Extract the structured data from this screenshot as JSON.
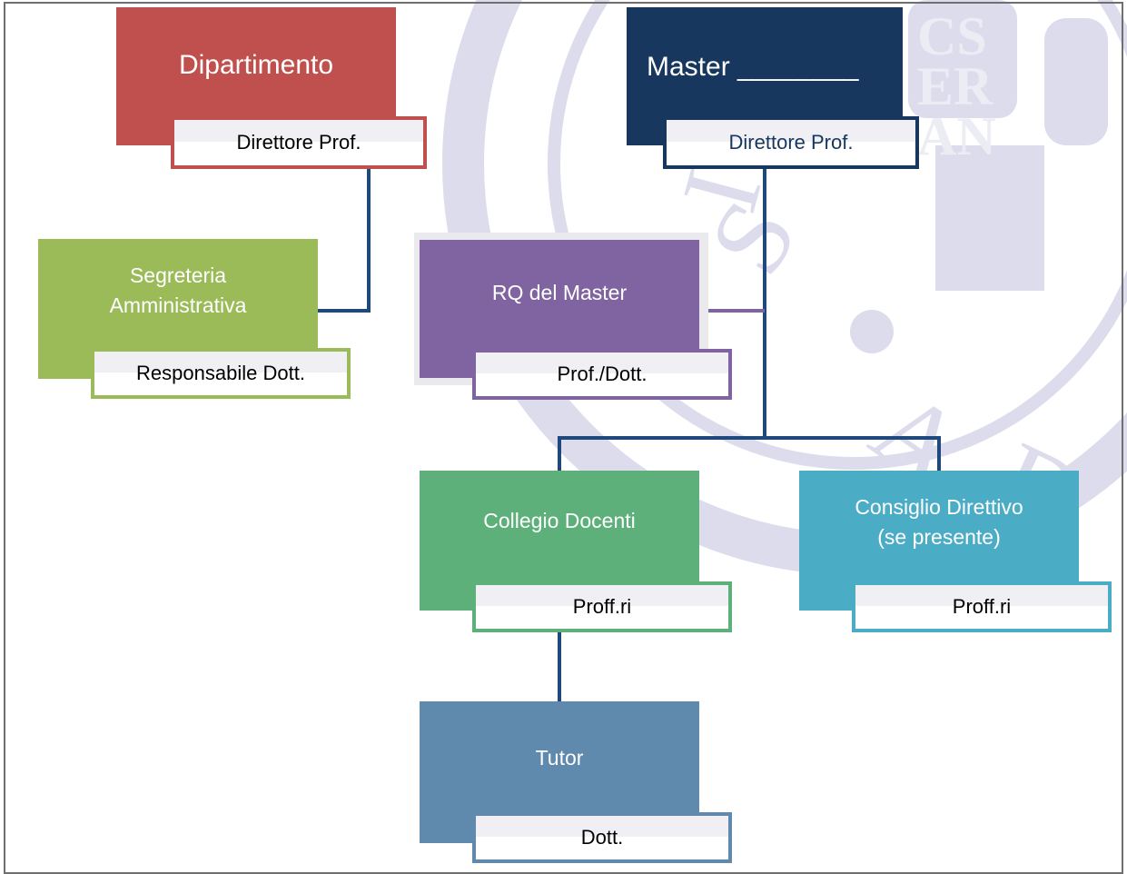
{
  "chart": {
    "dipartimento": {
      "title": "Dipartimento",
      "role": "Direttore Prof."
    },
    "master": {
      "title": "Master ________",
      "role": "Direttore Prof."
    },
    "segreteria": {
      "title_line1": "Segreteria",
      "title_line2": "Amministrativa",
      "role": "Responsabile Dott."
    },
    "rq": {
      "title": "RQ del Master",
      "role": "Prof./Dott."
    },
    "collegio": {
      "title": "Collegio Docenti",
      "role": "Proff.ri"
    },
    "consiglio": {
      "title_line1": "Consiglio Direttivo",
      "title_line2": "(se presente)",
      "role": "Proff.ri"
    },
    "tutor": {
      "title": "Tutor",
      "role": "Dott."
    }
  },
  "colors": {
    "dipartimento": "#c0504d",
    "master": "#17375e",
    "segreteria": "#9bbb59",
    "rq": "#8064a2",
    "collegio": "#5db07a",
    "consiglio": "#4bacc6",
    "tutor": "#5f89ad",
    "connector": "#1f497d",
    "watermark": "#dcdcec"
  },
  "watermark": {
    "icon": "university-seal-watermark"
  }
}
